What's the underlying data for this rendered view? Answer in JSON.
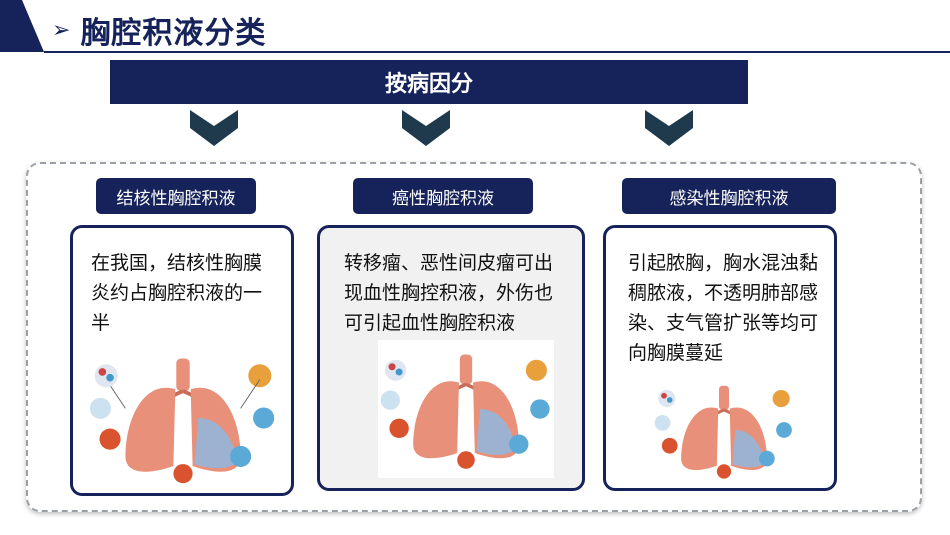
{
  "header": {
    "title": "胸腔积液分类",
    "icon": "arrow-right-icon"
  },
  "banner": {
    "label": "按病因分"
  },
  "columns": [
    {
      "label": "结核性胸腔积液",
      "text": "在我国，结核性胸膜炎约占胸腔积液的一半"
    },
    {
      "label": "癌性胸腔积液",
      "text": "转移瘤、恶性间皮瘤可出现血性胸控积液，外伤也可引起血性胸腔积液"
    },
    {
      "label": "感染性胸腔积液",
      "text": "引起脓胸，胸水混浊黏稠脓液，不透明肺部感染、支气管扩张等均可向胸膜蔓延"
    }
  ],
  "colors": {
    "primary": "#16225a",
    "lung": "#e8907a",
    "lung_fluid": "#8fb8e0"
  }
}
